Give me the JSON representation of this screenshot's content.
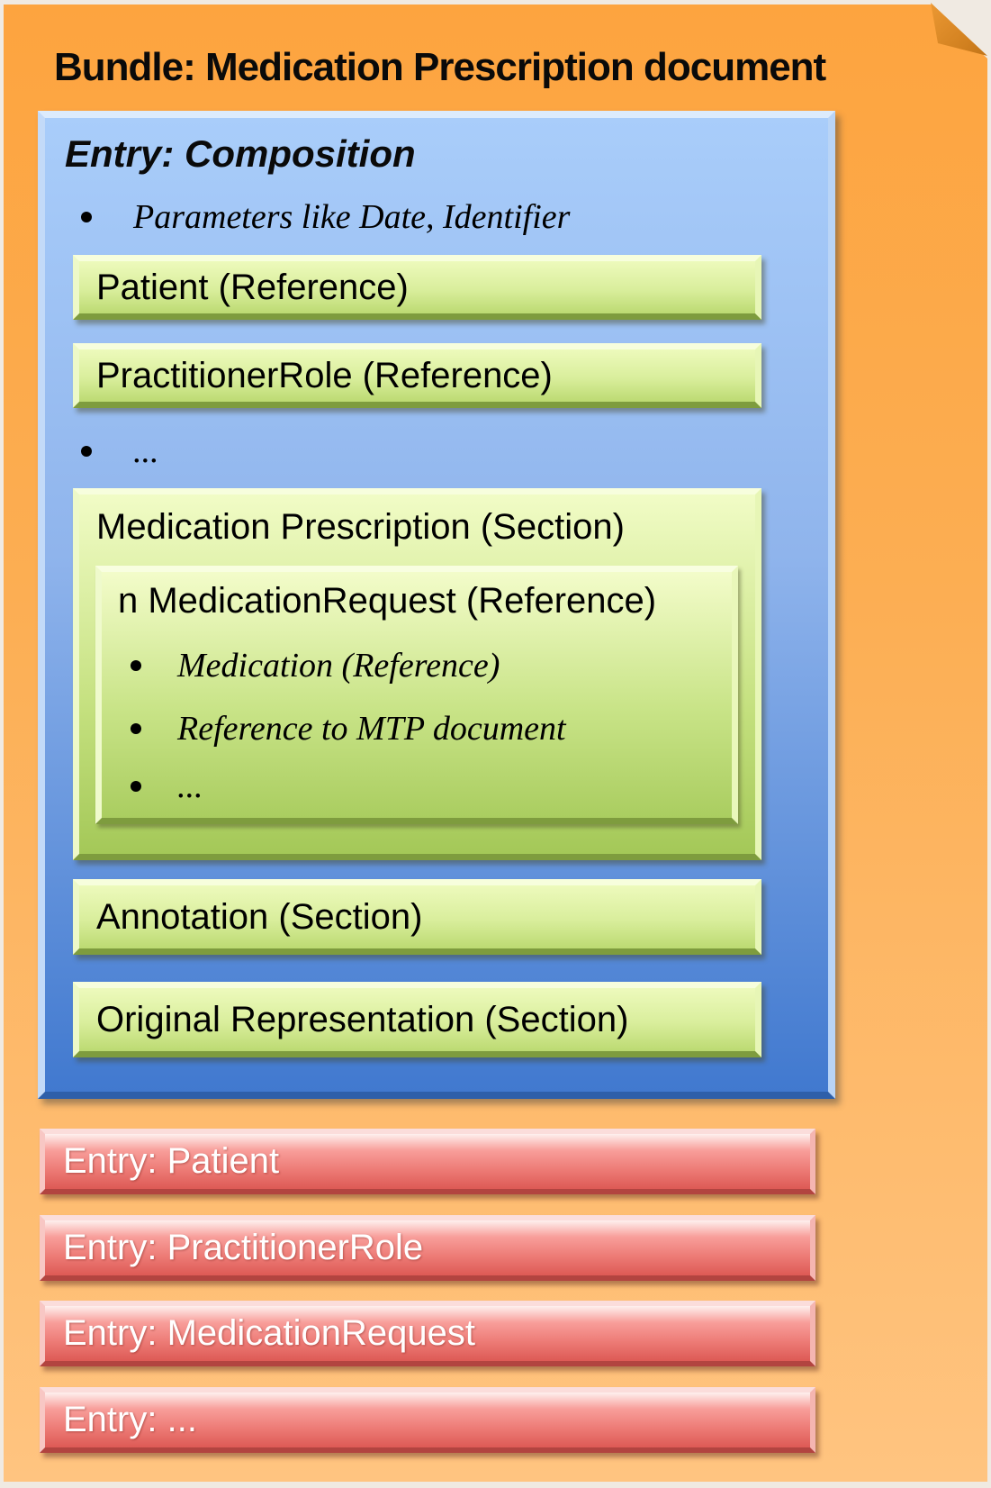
{
  "page": {
    "title": "Bundle: Medication Prescription document",
    "colors": {
      "page_orange_top": "#FDA43F",
      "page_orange_bottom": "#FFC480",
      "fold_orange": "#D1801F",
      "composition_blue_top": "#A9CDFA",
      "composition_blue_bottom": "#4179CF",
      "section_green_top": "#EDFABC",
      "section_green_bottom": "#BCDA72",
      "entry_red_top": "#FEF0EE",
      "entry_red_bottom": "#DD5A55",
      "text_black": "#000000",
      "text_white": "#FFFFFF"
    }
  },
  "entry_composition": {
    "title": "Entry: Composition",
    "bullet_parameters": "Parameters like Date, Identifier",
    "reference_boxes": [
      {
        "label": "Patient (Reference)"
      },
      {
        "label": "PractitionerRole (Reference)"
      }
    ],
    "bullet_more": "...",
    "medication_prescription_section": {
      "label": "Medication Prescription (Section)",
      "medication_request": {
        "label": "n MedicationRequest (Reference)",
        "bullets": [
          "Medication (Reference)",
          "Reference to MTP document",
          "..."
        ]
      }
    },
    "annotation_section": {
      "label": "Annotation (Section)"
    },
    "original_representation_section": {
      "label": "Original Representation (Section)"
    }
  },
  "entries": [
    {
      "label": "Entry: Patient"
    },
    {
      "label": "Entry: PractitionerRole"
    },
    {
      "label": "Entry: MedicationRequest"
    },
    {
      "label": "Entry: ..."
    }
  ]
}
